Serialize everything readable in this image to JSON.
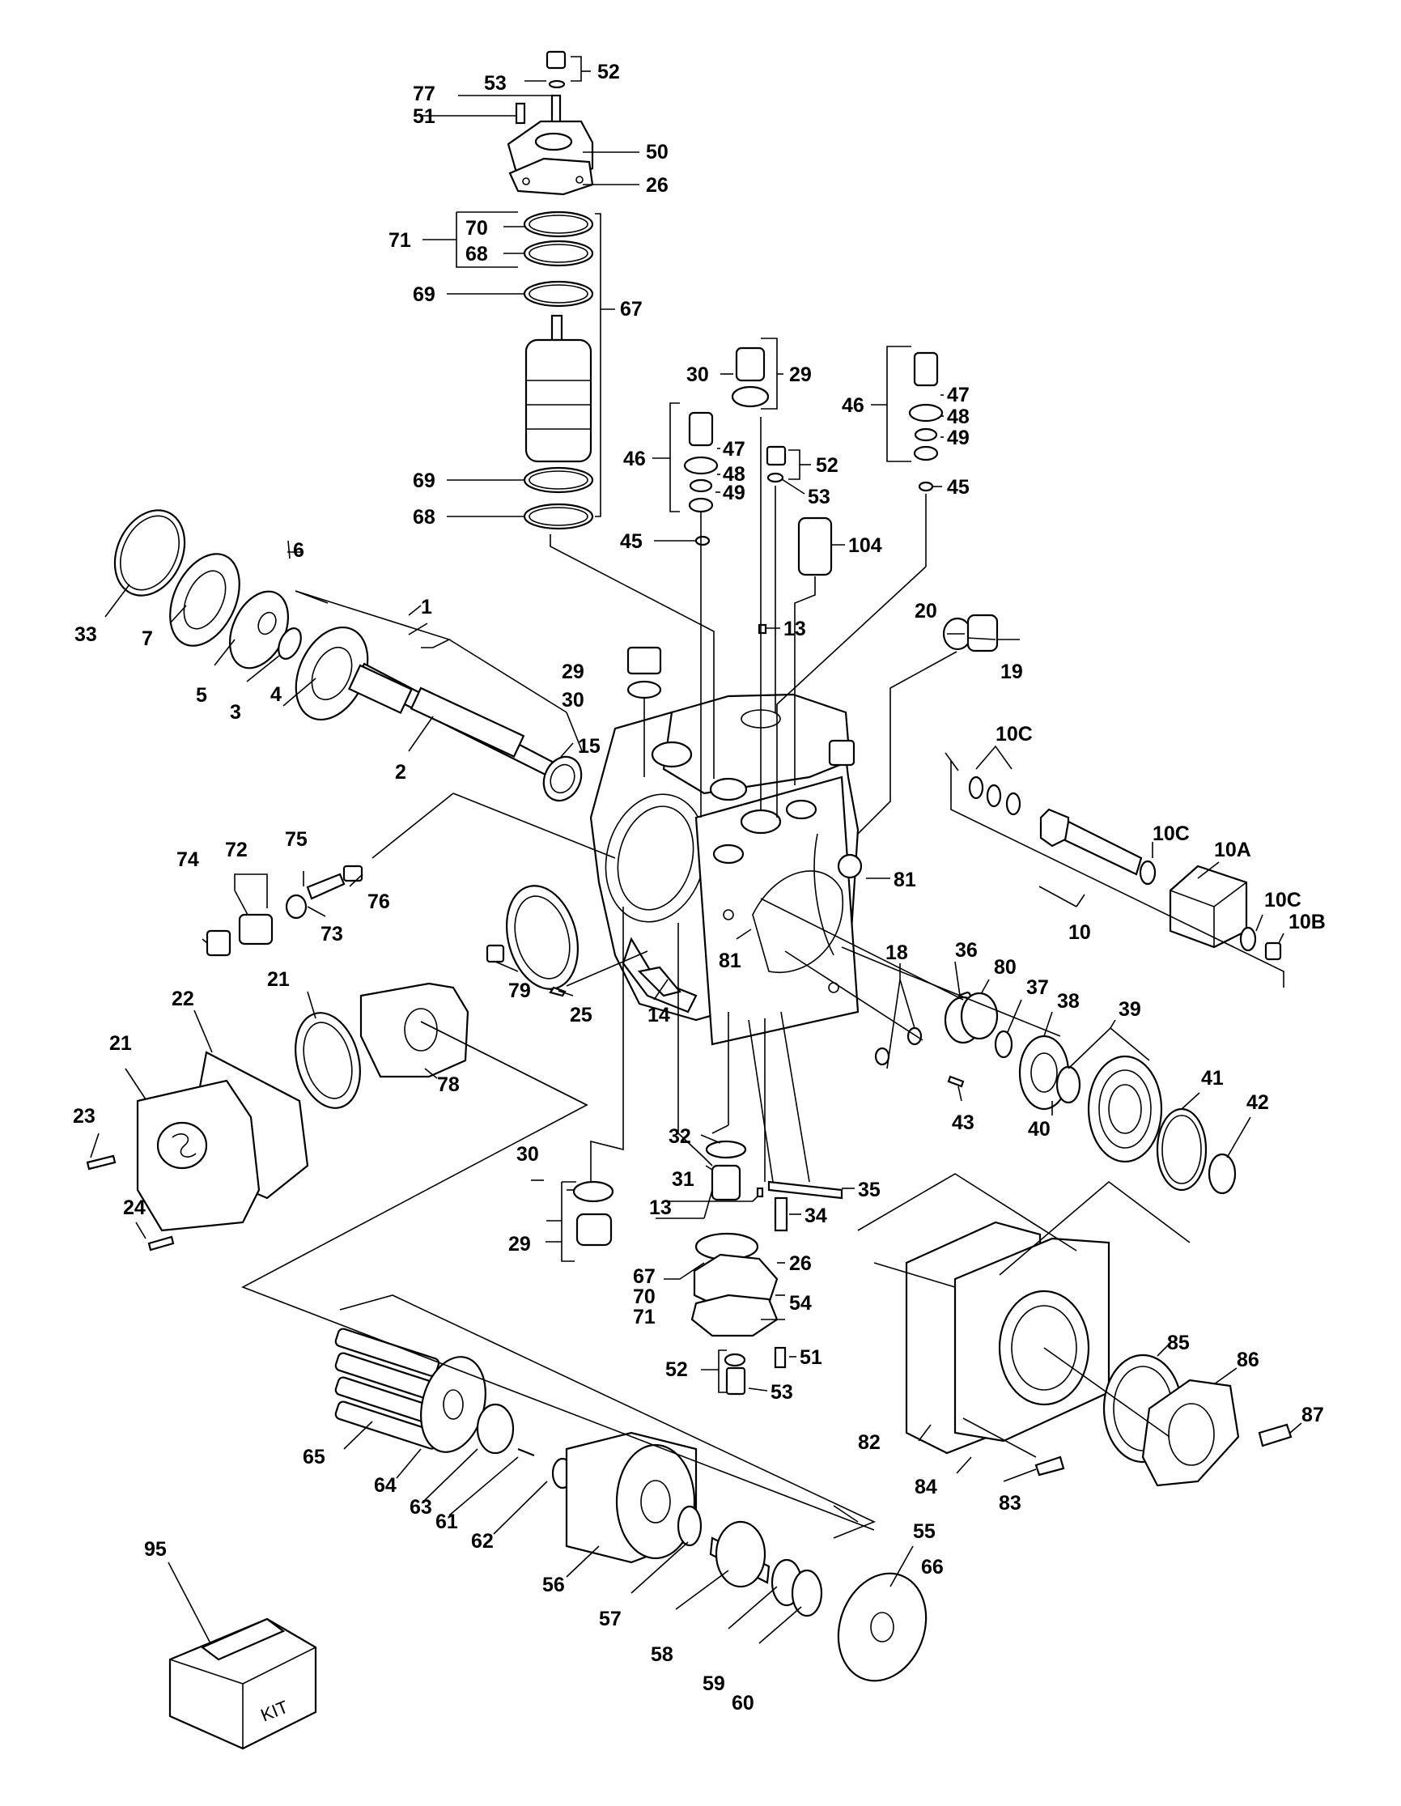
{
  "labels": {
    "l52a": "52",
    "l53a": "53",
    "l77": "77",
    "l51a": "51",
    "l50": "50",
    "l26a": "26",
    "l70a": "70",
    "l71a": "71",
    "l68a": "68",
    "l69a": "69",
    "l67a": "67",
    "l69b": "69",
    "l68b": "68",
    "l30a": "30",
    "l29a": "29",
    "l46a": "46",
    "l47a": "47",
    "l48a": "48",
    "l49a": "49",
    "l46b": "46",
    "l47b": "47",
    "l48b": "48",
    "l49b": "49",
    "l52b": "52",
    "l53b": "53",
    "l45a": "45",
    "l45b": "45",
    "l104": "104",
    "l13a": "13",
    "l20": "20",
    "l19": "19",
    "l6": "6",
    "l1": "1",
    "l33": "33",
    "l7": "7",
    "l5": "5",
    "l3": "3",
    "l4": "4",
    "l2": "2",
    "l15": "15",
    "l29b": "29",
    "l30b": "30",
    "l10c1": "10C",
    "l10c2": "10C",
    "l10a": "10A",
    "l10c3": "10C",
    "l10b": "10B",
    "l10": "10",
    "l72": "72",
    "l75": "75",
    "l74": "74",
    "l76": "76",
    "l73": "73",
    "l81a": "81",
    "l81b": "81",
    "l36": "36",
    "l80": "80",
    "l18": "18",
    "l37": "37",
    "l38": "38",
    "l39": "39",
    "l79": "79",
    "l25": "25",
    "l14": "14",
    "l21a": "21",
    "l22": "22",
    "l21b": "21",
    "l78": "78",
    "l23": "23",
    "l24": "24",
    "l43": "43",
    "l40": "40",
    "l41": "41",
    "l42": "42",
    "l32": "32",
    "l31": "31",
    "l30c": "30",
    "l13b": "13",
    "l35": "35",
    "l34": "34",
    "l29c": "29",
    "l67b": "67",
    "l70b": "70",
    "l71b": "71",
    "l26b": "26",
    "l54": "54",
    "l51b": "51",
    "l52c": "52",
    "l53c": "53",
    "l85": "85",
    "l86": "86",
    "l87": "87",
    "l82": "82",
    "l84": "84",
    "l83": "83",
    "l65": "65",
    "l64": "64",
    "l63": "63",
    "l61": "61",
    "l62": "62",
    "l55": "55",
    "l56": "56",
    "l57": "57",
    "l58": "58",
    "l66": "66",
    "l59": "59",
    "l60": "60",
    "l95": "95"
  },
  "kit_text": "KIT",
  "icons": {
    "kit_box": "box-icon",
    "logo": "s-logo-icon"
  }
}
